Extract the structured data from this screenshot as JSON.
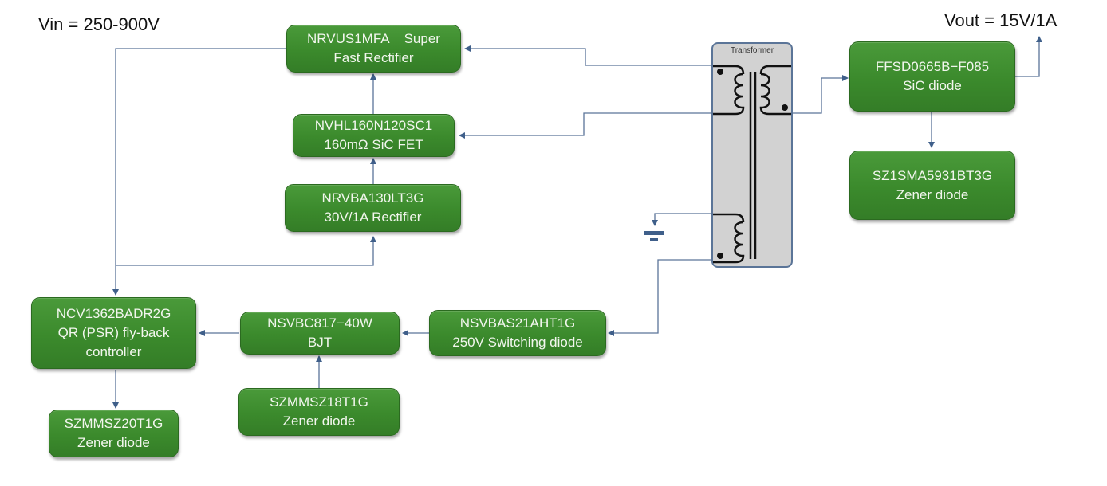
{
  "annotations": {
    "vin": "Vin = 250-900V",
    "vout": "Vout = 15V/1A"
  },
  "transformer": {
    "title": "Transformer"
  },
  "blocks": {
    "super_fast_rectifier": {
      "line1": "NRVUS1MFA    Super",
      "line2": "Fast Rectifier"
    },
    "sic_fet": {
      "line1": "NVHL160N120SC1",
      "line2": "160mΩ SiC FET"
    },
    "rectifier_30v": {
      "line1": "NRVBA130LT3G",
      "line2": "30V/1A Rectifier"
    },
    "sic_diode": {
      "line1": "FFSD0665B−F085",
      "line2": "SiC diode"
    },
    "zener_output": {
      "line1": "SZ1SMA5931BT3G",
      "line2": "Zener diode"
    },
    "controller": {
      "line1": "NCV1362BADR2G",
      "line2": "QR (PSR) fly-back",
      "line3": "controller"
    },
    "bjt": {
      "line1": "NSVBC817−40W",
      "line2": "BJT"
    },
    "switching_diode": {
      "line1": "NSVBAS21AHT1G",
      "line2": "250V Switching diode"
    },
    "zener_controller": {
      "line1": "SZMMSZ20T1G",
      "line2": "Zener diode"
    },
    "zener_bjt": {
      "line1": "SZMMSZ18T1G",
      "line2": "Zener diode"
    }
  },
  "colors": {
    "block_fill": "#3b8a2c",
    "block_text": "#f2f6ee",
    "wire": "#4a6a92",
    "transformer_fill": "#d2d2d2"
  }
}
